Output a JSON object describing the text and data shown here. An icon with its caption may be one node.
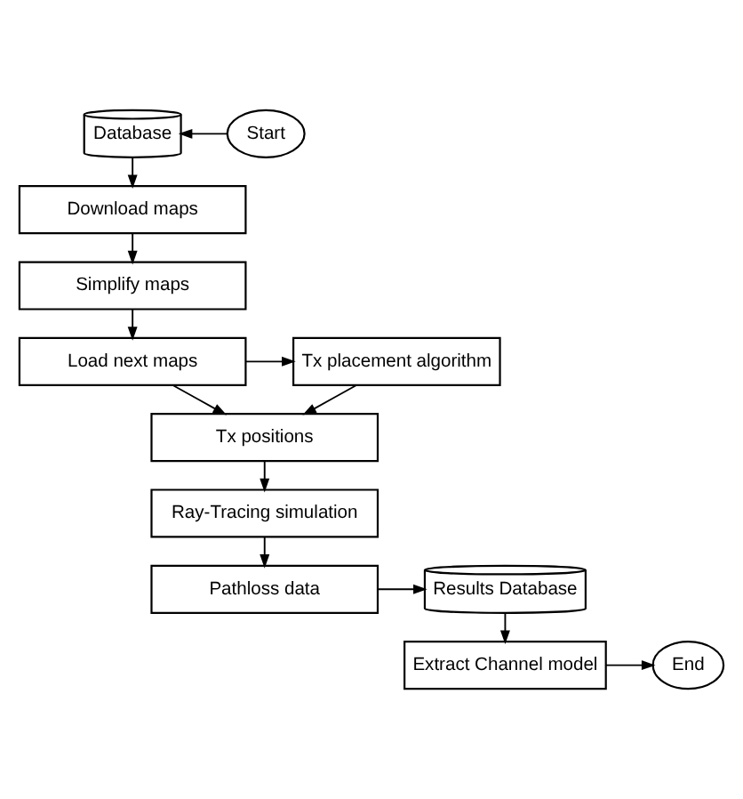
{
  "diagram": {
    "nodes": [
      {
        "text": [
          "Database"
        ]
      },
      {
        "text": [
          "Start"
        ]
      },
      {
        "text": [
          "Download maps"
        ]
      },
      {
        "text": [
          "Simplify maps"
        ]
      },
      {
        "text": [
          "Load next maps"
        ]
      },
      {
        "text": [
          "Tx placement algorithm"
        ]
      },
      {
        "text": [
          "Tx positions"
        ]
      },
      {
        "text": [
          "Ray-Tracing simulation"
        ]
      },
      {
        "text": [
          "Pathloss data"
        ]
      },
      {
        "text": [
          "Results Database"
        ]
      },
      {
        "text": [
          "Extract Channel model"
        ]
      },
      {
        "text": [
          "End"
        ]
      }
    ],
    "edges": [
      {
        "from": 1,
        "to": 0,
        "arrow": "to"
      },
      {
        "from": 0,
        "to": 2,
        "arrow": "to"
      },
      {
        "from": 2,
        "to": 3,
        "arrow": "to"
      },
      {
        "from": 3,
        "to": 4,
        "arrow": "to"
      },
      {
        "from": 4,
        "to": 5,
        "arrow": "to"
      },
      {
        "from": 5,
        "to": 6,
        "arrow": "to"
      },
      {
        "from": 4,
        "to": 6,
        "arrow": "to"
      },
      {
        "from": 6,
        "to": 7,
        "arrow": "to"
      },
      {
        "from": 7,
        "to": 8,
        "arrow": "to"
      },
      {
        "from": 8,
        "to": 9,
        "arrow": "to"
      },
      {
        "from": 9,
        "to": 10,
        "arrow": "to"
      },
      {
        "from": 10,
        "to": 11,
        "arrow": "to"
      }
    ]
  }
}
